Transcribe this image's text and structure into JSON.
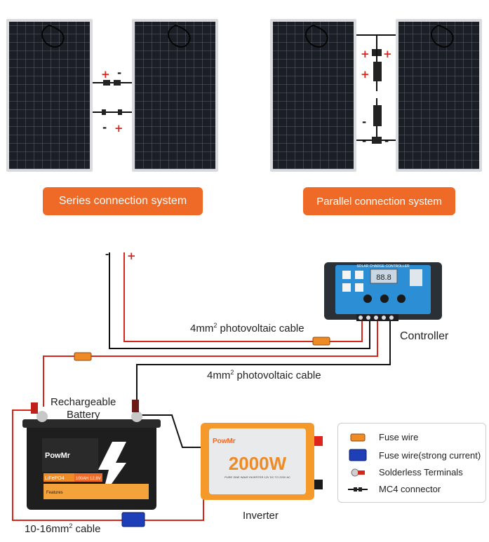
{
  "connections": {
    "series_label": "Series connection system",
    "parallel_label": "Parallel connection system",
    "plus": "+",
    "minus": "-"
  },
  "wiring": {
    "pv_minus": "-",
    "pv_plus": "+",
    "cable_upper_prefix": "4mm",
    "cable_upper_suffix": "photovoltaic cable",
    "cable_lower_prefix": "4mm",
    "cable_lower_suffix": "photovoltaic cable",
    "superscript": "2",
    "controller_label": "Controller",
    "battery_label_line1": "Rechargeable",
    "battery_label_line2": "Battery",
    "inverter_label": "Inverter",
    "battery_cable_prefix": "10-16mm",
    "battery_cable_suffix": "cable"
  },
  "controller_panel": {
    "title": "SOLAR CHARGE CONTROLLER",
    "display": "88.8"
  },
  "battery": {
    "brand": "PowMr",
    "chem": "LiFePO4",
    "spec": "100AH 12.8V",
    "footer": "Features"
  },
  "inverter": {
    "brand": "PowMr",
    "power": "2000W",
    "subtitle": "PURE SINE WAVE INVERTER 12V DC TO 220V AC"
  },
  "legend": {
    "items": [
      {
        "label": "Fuse wire",
        "icon": "orange-fuse-icon"
      },
      {
        "label": "Fuse wire(strong current)",
        "icon": "blue-fuse-icon"
      },
      {
        "label": "Solderless Terminals",
        "icon": "terminal-icon"
      },
      {
        "label": "MC4 connector",
        "icon": "mc4-connector-icon"
      }
    ]
  },
  "colors": {
    "accent": "#ee6a26",
    "positive_wire": "#d6261c",
    "negative_wire": "#111111",
    "controller_blue": "#2c8fd6",
    "fuse_orange": "#f08a24",
    "fuse_blue": "#1f3fb8"
  }
}
